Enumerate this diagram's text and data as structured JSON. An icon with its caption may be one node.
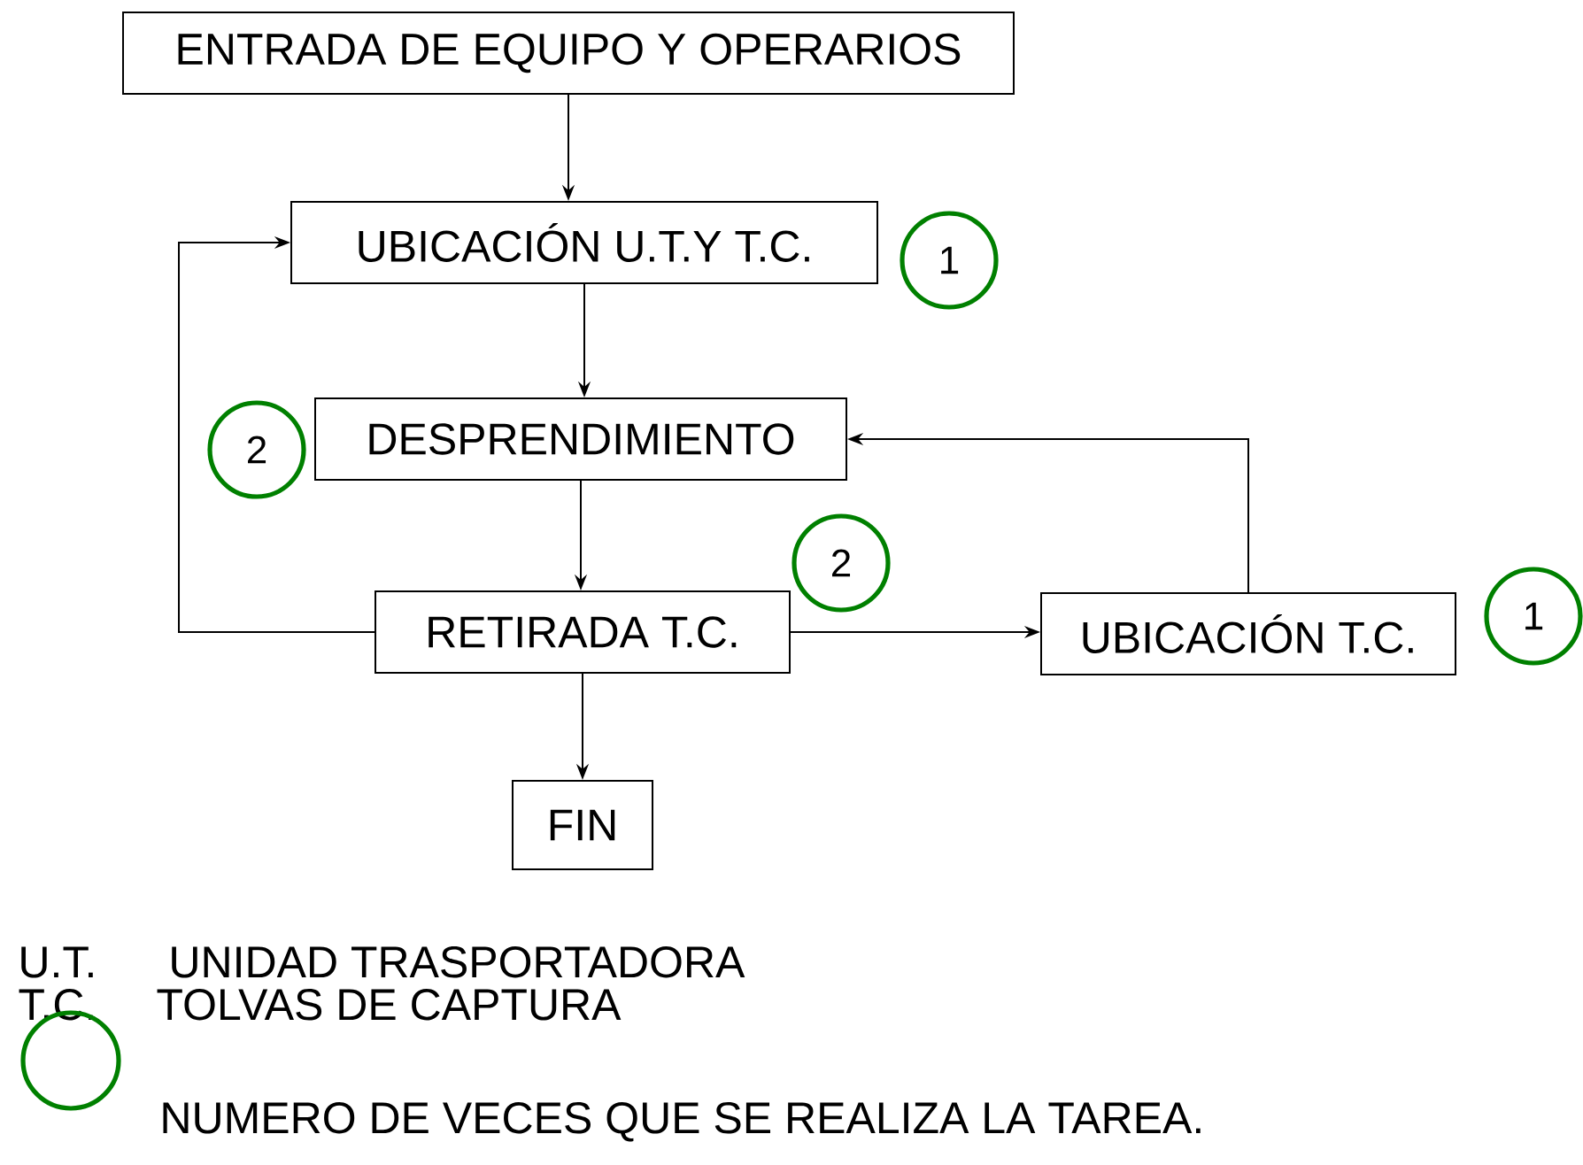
{
  "diagram": {
    "nodes": [
      {
        "text": [
          "ENTRADA DE EQUIPO Y OPERARIOS"
        ]
      },
      {
        "text": [
          "UBICACIÓN U.T.Y T.C."
        ]
      },
      {
        "text": [
          "1"
        ]
      },
      {
        "text": [
          "2"
        ]
      },
      {
        "text": [
          "DESPRENDIMIENTO"
        ]
      },
      {
        "text": [
          "2"
        ]
      },
      {
        "text": [
          "RETIRADA T.C."
        ]
      },
      {
        "text": [
          "UBICACIÓN T.C."
        ]
      },
      {
        "text": [
          "1"
        ]
      },
      {
        "text": [
          "FIN"
        ]
      }
    ],
    "edges": [
      {
        "from": 0,
        "to": 1,
        "arrow": "to"
      },
      {
        "from": 1,
        "to": 4,
        "arrow": "to"
      },
      {
        "from": 4,
        "to": 6,
        "arrow": "to"
      },
      {
        "from": 6,
        "to": 1,
        "arrow": "to"
      },
      {
        "from": 6,
        "to": 7,
        "arrow": "to"
      },
      {
        "from": 7,
        "to": 4,
        "arrow": "to"
      },
      {
        "from": 6,
        "to": 9,
        "arrow": "to"
      }
    ],
    "labels": [
      "U.T.",
      "UNIDAD TRASPORTADORA",
      "T.C.",
      "TOLVAS DE CAPTURA"
    ],
    "legend": [
      {
        "text": "NUMERO DE VECES QUE SE REALIZA LA TAREA."
      }
    ]
  }
}
